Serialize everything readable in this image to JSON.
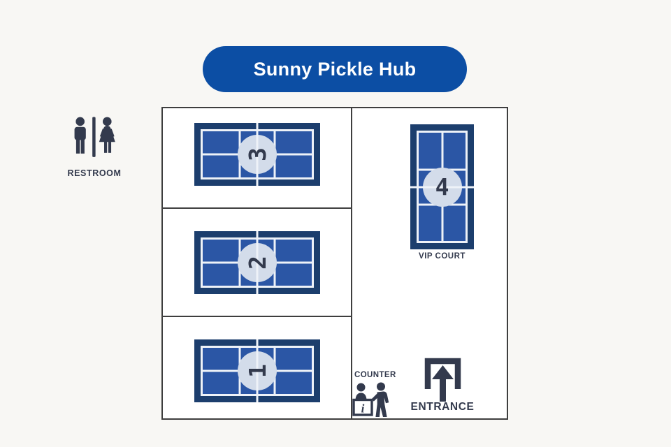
{
  "title": {
    "text": "Sunny Pickle Hub"
  },
  "restroom": {
    "label": "RESTROOM"
  },
  "floorplan": {
    "courts": [
      {
        "number": "3",
        "orientation": "horizontal"
      },
      {
        "number": "2",
        "orientation": "horizontal"
      },
      {
        "number": "1",
        "orientation": "horizontal"
      },
      {
        "number": "4",
        "orientation": "vertical",
        "label": "VIP COURT"
      }
    ],
    "counter": {
      "label": "COUNTER"
    },
    "entrance": {
      "label": "ENTRANCE"
    }
  },
  "colors": {
    "background": "#f8f7f4",
    "banner_blue": "#0c4ea4",
    "banner_text": "#ffffff",
    "court_frame": "#1c3e6d",
    "court_blue": "#2b56a5",
    "court_line": "#eef2f8",
    "badge": "#d3dcea",
    "dark": "#333a4d",
    "wall": "#3e3e3e",
    "room": "#ffffff"
  }
}
